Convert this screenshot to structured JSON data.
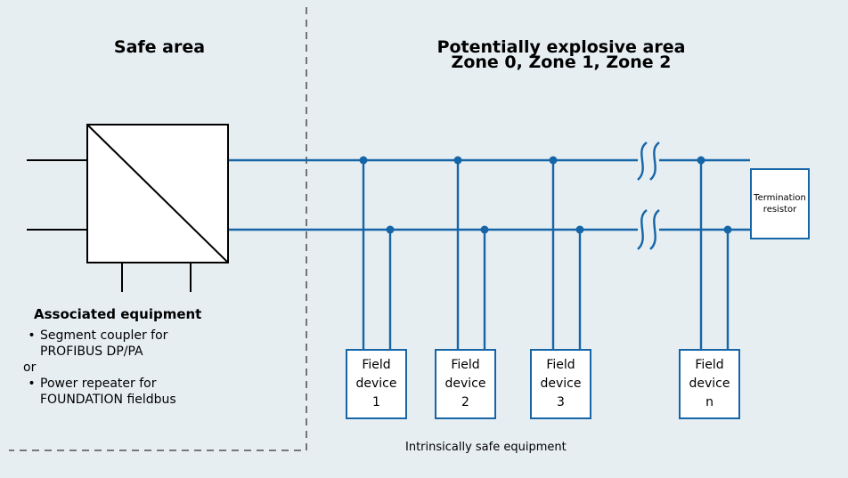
{
  "areas": {
    "safe_title": "Safe area",
    "hazard_title_line1": "Potentially explosive area",
    "hazard_title_line2": "Zone 0, Zone 1, Zone 2"
  },
  "associated_equipment": {
    "title": "Associated equipment",
    "item1_line1": "Segment coupler for",
    "item1_line2": "PROFIBUS DP/PA",
    "separator": "or",
    "item2_line1": "Power repeater for",
    "item2_line2": "FOUNDATION fieldbus"
  },
  "field_devices": [
    {
      "line1": "Field",
      "line2": "device",
      "id": "1"
    },
    {
      "line1": "Field",
      "line2": "device",
      "id": "2"
    },
    {
      "line1": "Field",
      "line2": "device",
      "id": "3"
    },
    {
      "line1": "Field",
      "line2": "device",
      "id": "n"
    }
  ],
  "termination": {
    "line1": "Termination",
    "line2": "resistor"
  },
  "footer_label": "Intrinsically safe equipment",
  "colors": {
    "background": "#e6eef2",
    "bus_line": "#1565a7",
    "boundary": "#333333"
  }
}
